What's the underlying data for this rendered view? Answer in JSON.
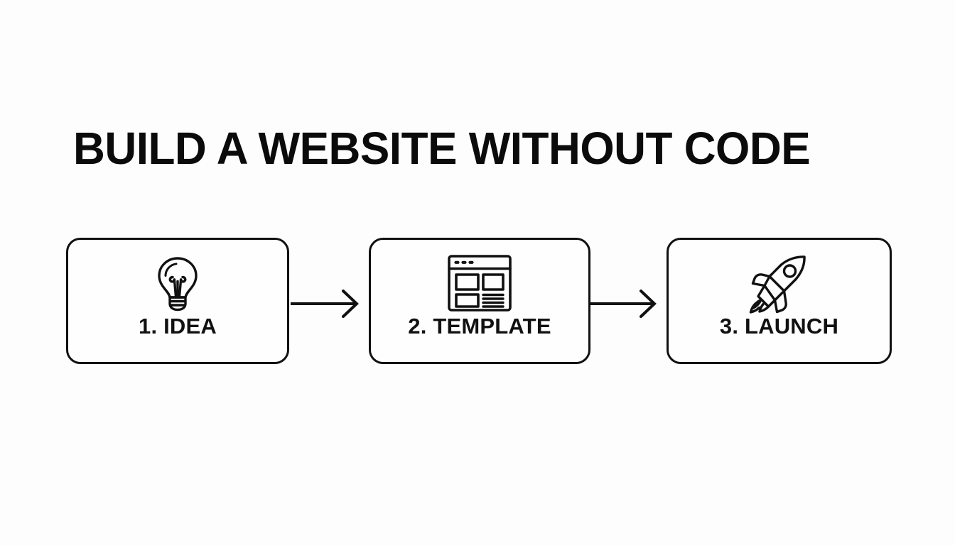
{
  "slide": {
    "title": "BUILD A WEBSITE WITHOUT CODE",
    "background_color": "#fdfdfd",
    "ink_color": "#111111"
  },
  "flow": {
    "type": "process-flow",
    "direction": "left-to-right",
    "connector": "arrow",
    "steps": [
      {
        "index": "1",
        "label": "1. IDEA",
        "icon": "lightbulb-icon"
      },
      {
        "index": "2",
        "label": "2. TEMPLATE",
        "icon": "browser-wireframe-icon"
      },
      {
        "index": "3",
        "label": "3. LAUNCH",
        "icon": "rocket-icon"
      }
    ],
    "arrows": [
      {
        "from": "1. IDEA",
        "to": "2. TEMPLATE"
      },
      {
        "from": "2. TEMPLATE",
        "to": "3. LAUNCH"
      }
    ]
  }
}
